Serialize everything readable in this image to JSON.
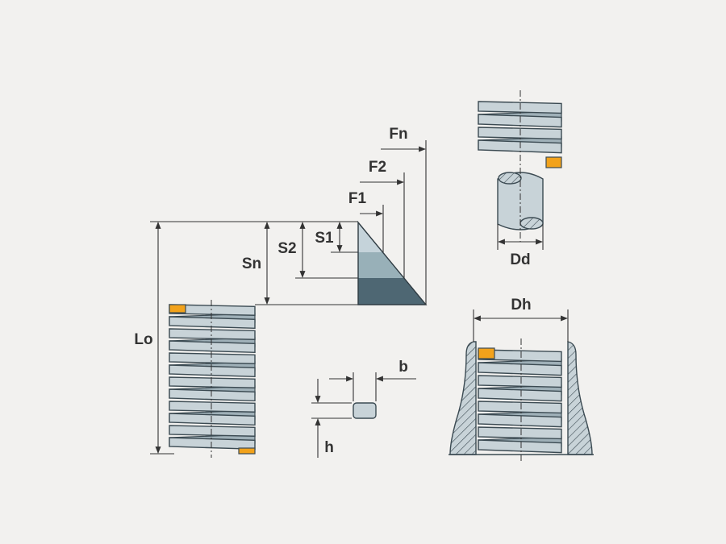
{
  "labels": {
    "lo": "Lo",
    "sn": "Sn",
    "s2": "S2",
    "s1": "S1",
    "f1": "F1",
    "f2": "F2",
    "fn": "Fn",
    "dd": "Dd",
    "dh": "Dh",
    "b": "b",
    "h": "h"
  },
  "colors": {
    "background": "#f2f1ef",
    "coil": "#c8d3d8",
    "outline": "#3b4a52",
    "accent": "#f2a21b",
    "triangle_light": "#c5d3da",
    "triangle_mid": "#98b0b8",
    "triangle_dark": "#4e6773"
  }
}
